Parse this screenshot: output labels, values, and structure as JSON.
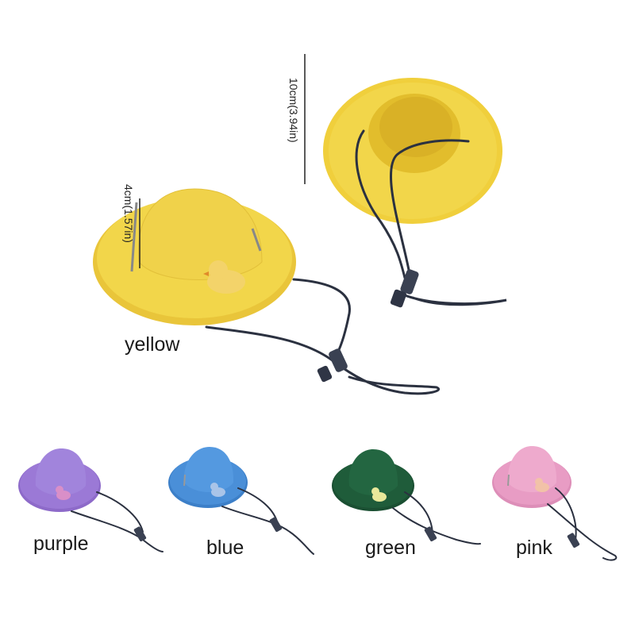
{
  "dimensions": {
    "width_label": "10cm(3.94in)",
    "height_label": "4cm(1.57in)"
  },
  "hats": [
    {
      "label": "yellow",
      "color": "#f2d64a"
    },
    {
      "label": "purple",
      "color": "#9b79d6"
    },
    {
      "label": "blue",
      "color": "#4a8fd8"
    },
    {
      "label": "green",
      "color": "#1f5c3a"
    },
    {
      "label": "pink",
      "color": "#e89cc4"
    }
  ],
  "colors": {
    "cord": "#2b3140",
    "toggle": "#3a4152",
    "duck": "#f3d36a"
  }
}
